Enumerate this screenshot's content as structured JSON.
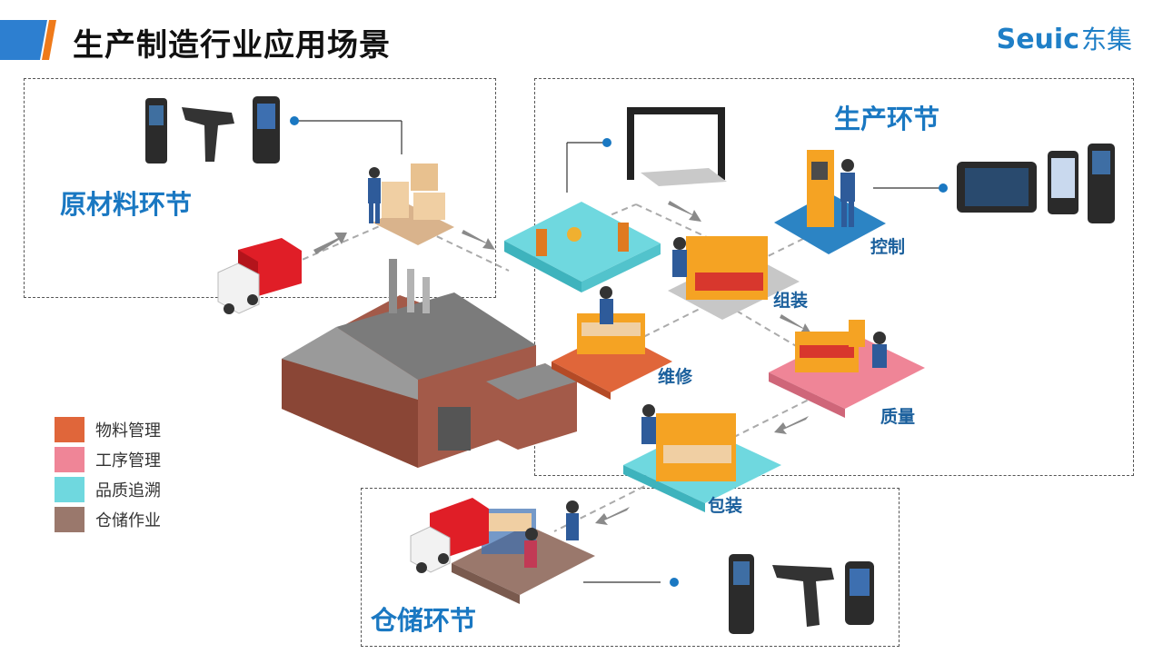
{
  "header": {
    "title": "生产制造行业应用场景",
    "brand_latin": "Seuic",
    "brand_cn": "东集",
    "accent_color": "#2d7fd0",
    "accent_orange": "#ef7a1a"
  },
  "sections": {
    "raw_material": {
      "title": "原材料环节"
    },
    "production": {
      "title": "生产环节"
    },
    "warehouse": {
      "title": "仓储环节"
    }
  },
  "stations": {
    "control": "控制",
    "assembly": "组装",
    "repair": "维修",
    "quality": "质量",
    "packaging": "包装"
  },
  "legend": [
    {
      "label": "物料管理",
      "color": "#e0663a"
    },
    {
      "label": "工序管理",
      "color": "#ef8597"
    },
    {
      "label": "品质追溯",
      "color": "#6fd8df"
    },
    {
      "label": "仓储作业",
      "color": "#9a786c"
    }
  ],
  "icons": [
    "handheld-terminal-icon",
    "scanner-gun-icon",
    "tablet-icon",
    "truck-icon",
    "factory-icon",
    "robot-arm-icon",
    "worker-icon"
  ]
}
